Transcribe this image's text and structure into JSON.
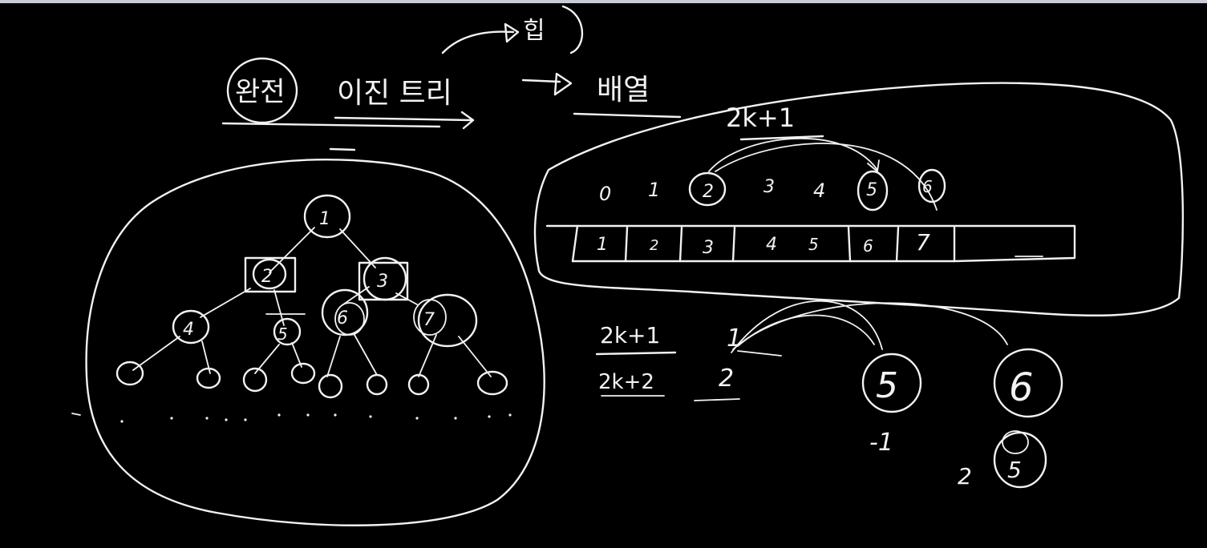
{
  "title": {
    "complete": "완전",
    "binary_tree": "이진 트리",
    "heap": "힙",
    "array": "배열"
  },
  "formula_top": "2k+1",
  "array_indices": [
    "0",
    "1",
    "2",
    "3",
    "4",
    "5",
    "6"
  ],
  "array_values": [
    "1",
    "2",
    "3",
    "4",
    "5",
    "6",
    "7"
  ],
  "formula_left": "2k+1",
  "formula_right": "2k+2",
  "lower_labels": {
    "one": "1",
    "two": "2",
    "five": "5",
    "six": "6",
    "minus_one": "-1",
    "two_b": "2",
    "circled_five": "5"
  },
  "tree_nodes": [
    "1",
    "2",
    "3",
    "4",
    "5",
    "6",
    "7"
  ],
  "colors": {
    "background": "#000000",
    "ink": "#f2f2f2",
    "topbar": "#c8ccd4"
  }
}
